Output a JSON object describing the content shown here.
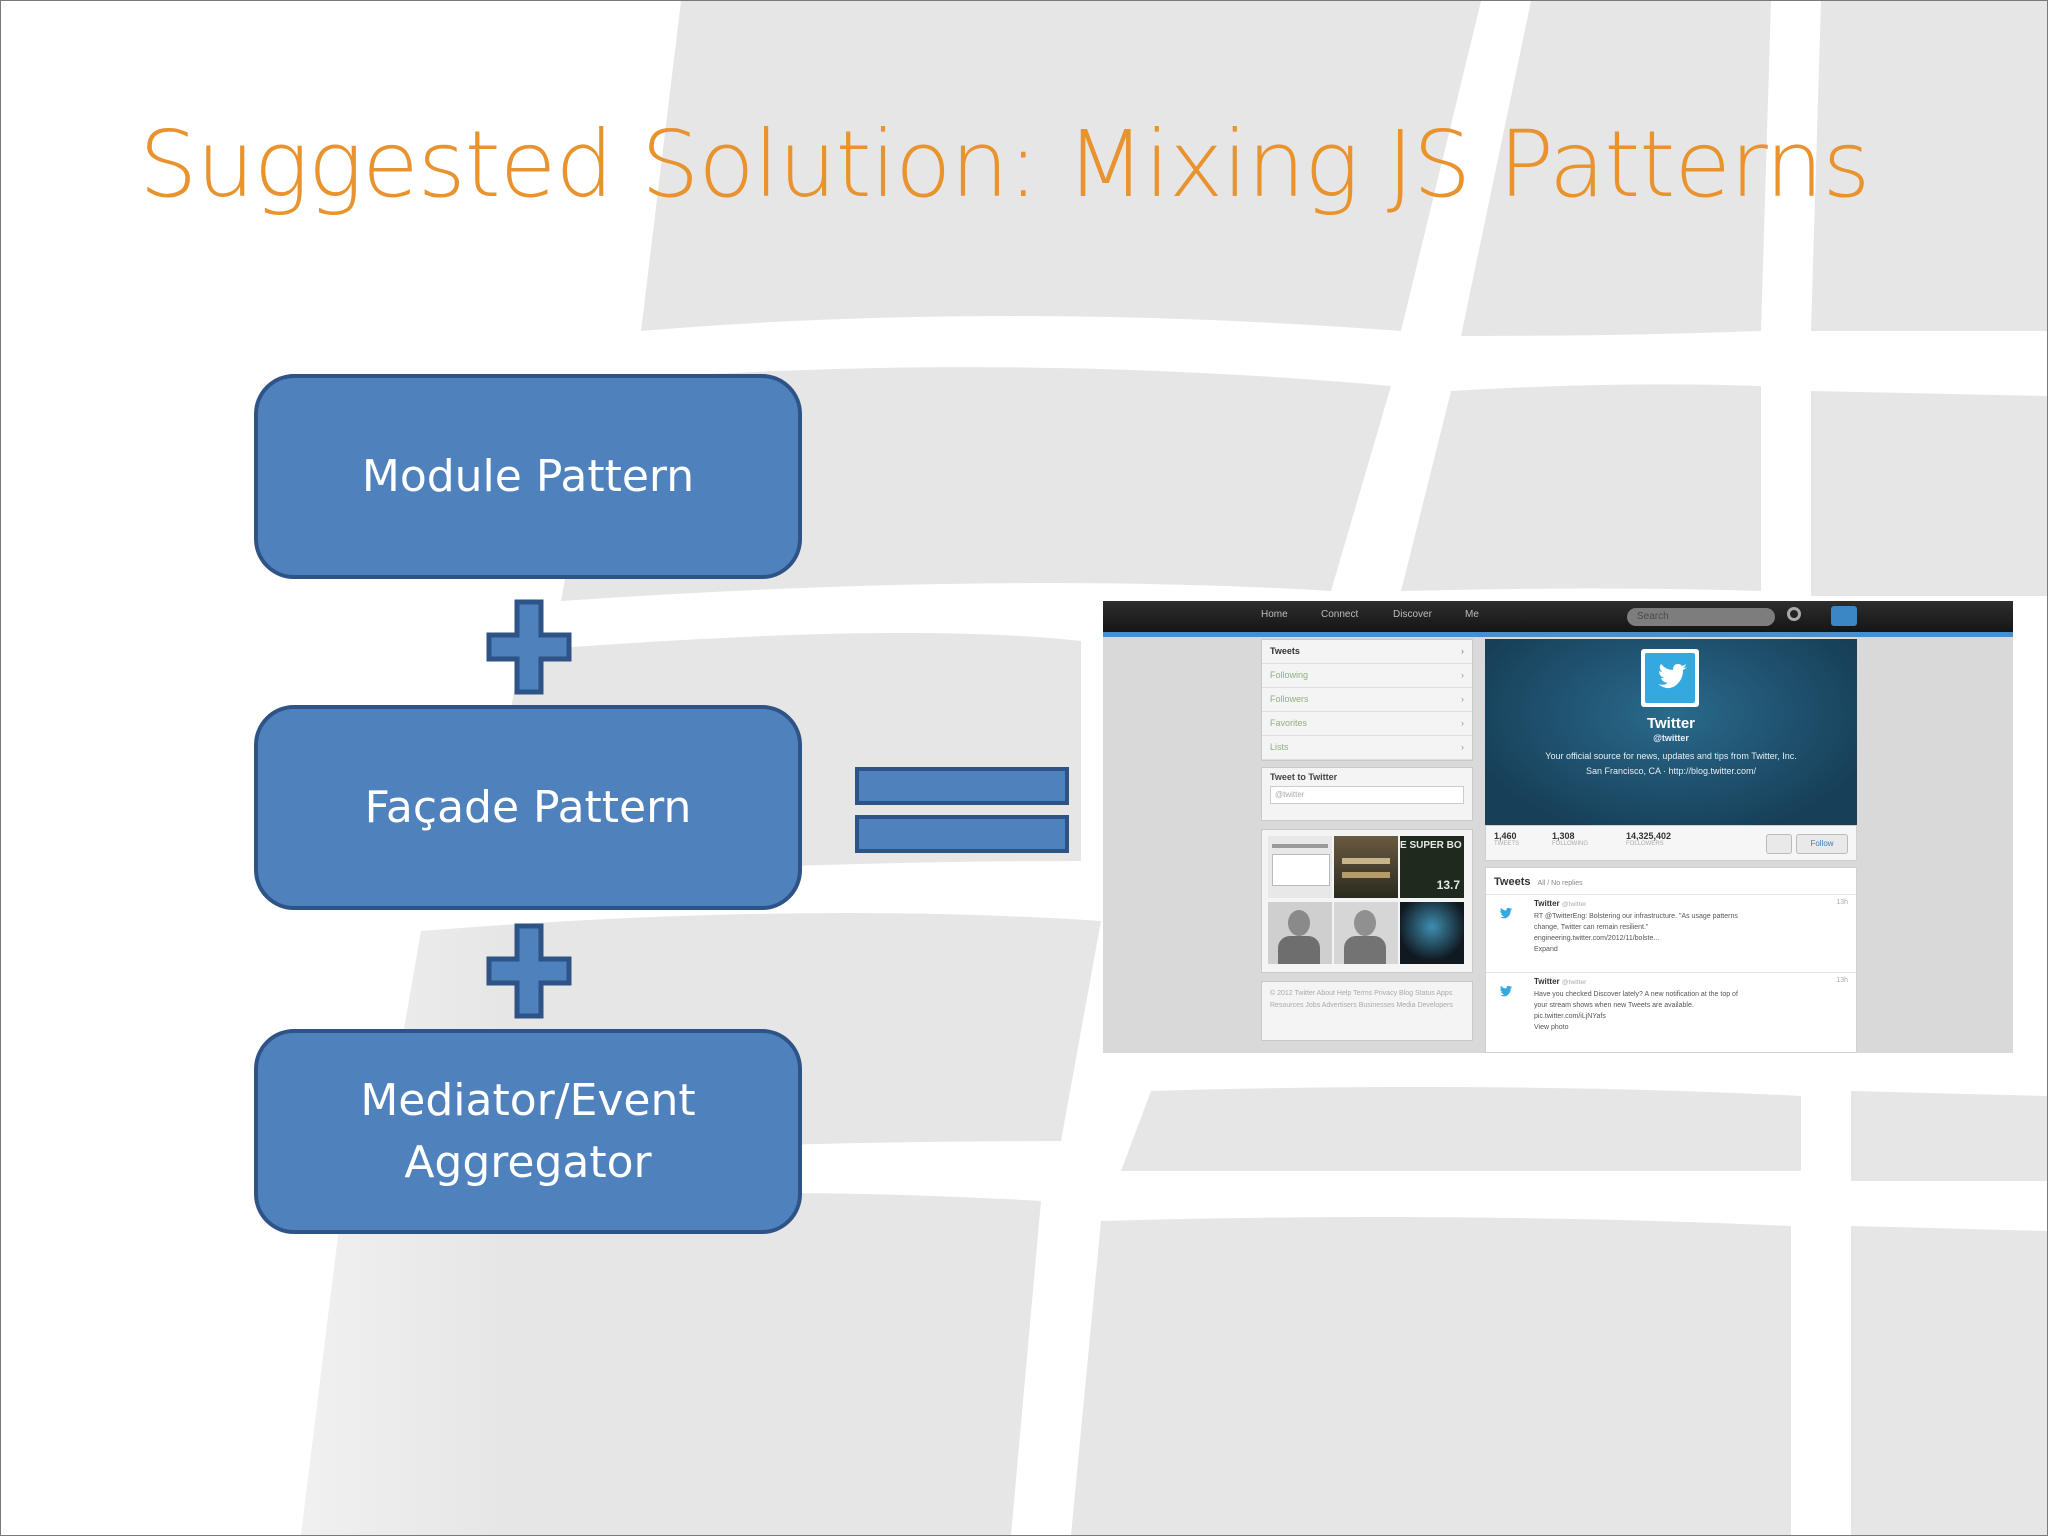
{
  "slide": {
    "title": "Suggested Solution: Mixing JS Patterns",
    "colors": {
      "title": "#e8932d",
      "box_fill": "#4f81bd",
      "box_border": "#2e5386",
      "background_band": "#e8e8e8"
    }
  },
  "diagram": {
    "boxes": [
      {
        "label": "Module Pattern"
      },
      {
        "label": "Façade Pattern"
      },
      {
        "label": "Mediator/Event\nAggregator"
      }
    ],
    "operators": [
      "plus-icon",
      "plus-icon",
      "equals-icon"
    ]
  },
  "screenshot": {
    "nav": [
      "Home",
      "Connect",
      "Discover",
      "Me"
    ],
    "search_placeholder": "Search",
    "left_nav": [
      "Tweets",
      "Following",
      "Followers",
      "Favorites",
      "Lists"
    ],
    "tweet_box_title": "Tweet to Twitter",
    "tweet_box_placeholder": "@twitter",
    "media_text": "E SUPER BO",
    "media_number": "13.7",
    "footer_text": "© 2012 Twitter  About  Help  Terms  Privacy  Blog  Status  Apps  Resources  Jobs  Advertisers  Businesses  Media  Developers",
    "profile": {
      "name": "Twitter",
      "handle": "@twitter",
      "bio": "Your official source for news, updates and tips from Twitter, Inc.\nSan Francisco, CA · http://blog.twitter.com/"
    },
    "stats": [
      {
        "value": "1,460",
        "label": "TWEETS"
      },
      {
        "value": "1,308",
        "label": "FOLLOWING"
      },
      {
        "value": "14,325,402",
        "label": "FOLLOWERS"
      }
    ],
    "follow_label": "Follow",
    "tweets_title": "Tweets",
    "tweets_subtitle": "All / No replies",
    "tweets": [
      {
        "author": "Twitter",
        "handle": "@twitter",
        "time": "13h",
        "text": "RT @TwitterEng: Bolstering our infrastructure. \"As usage patterns\nchange, Twitter can remain resilient.\"\nengineering.twitter.com/2012/11/bolste...\nExpand"
      },
      {
        "author": "Twitter",
        "handle": "@twitter",
        "time": "13h",
        "text": "Have you checked Discover lately? A new notification at the top of\nyour stream shows when new Tweets are available.\npic.twitter.com/iLjNYafs\nView photo"
      }
    ]
  }
}
